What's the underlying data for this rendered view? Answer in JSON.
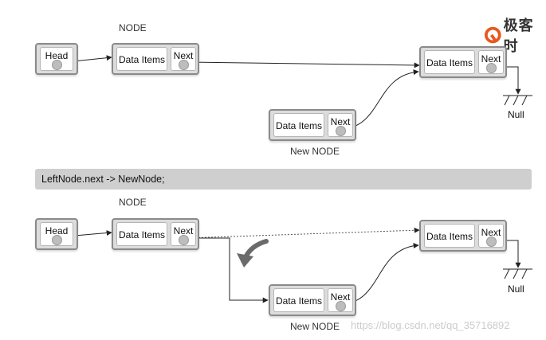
{
  "logo": {
    "text": "极客时",
    "accent": "#e8581c"
  },
  "top": {
    "node_label": "NODE",
    "new_node_label": "New NODE",
    "head": "Head",
    "left_node": {
      "data": "Data Items",
      "next": "Next"
    },
    "right_node": {
      "data": "Data Items",
      "next": "Next"
    },
    "new_node": {
      "data": "Data Items",
      "next": "Next"
    },
    "null_label": "Null"
  },
  "code": "LeftNode.next -> NewNode;",
  "bottom": {
    "node_label": "NODE",
    "new_node_label": "New NODE",
    "head": "Head",
    "left_node": {
      "data": "Data Items",
      "next": "Next"
    },
    "right_node": {
      "data": "Data Items",
      "next": "Next"
    },
    "new_node": {
      "data": "Data Items",
      "next": "Next"
    },
    "null_label": "Null"
  },
  "watermark": "https://blog.csdn.net/qq_35716892"
}
